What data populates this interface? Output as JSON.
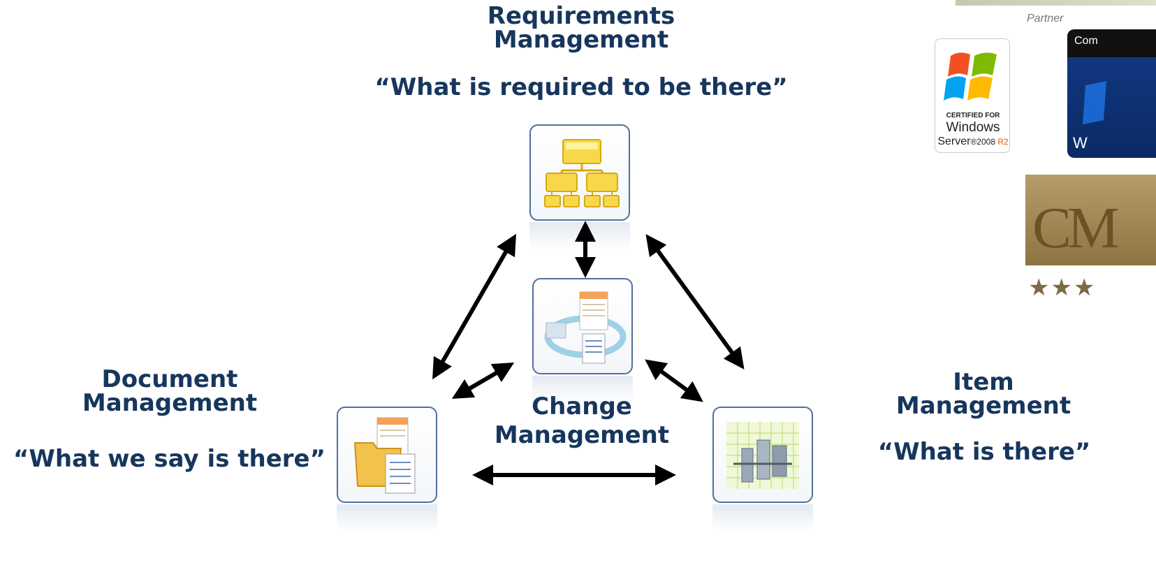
{
  "requirements": {
    "title_line1": "Requirements",
    "title_line2": "Management",
    "quote": "“What is required to be there”"
  },
  "document": {
    "title_line1": "Document",
    "title_line2": "Management",
    "quote": "“What we say is there”"
  },
  "item": {
    "title_line1": "Item",
    "title_line2": "Management",
    "quote": "“What is there”"
  },
  "change": {
    "title_line1": "Change",
    "title_line2": "Management"
  },
  "badges": {
    "partner": "Partner",
    "win_certified": "CERTIFIED FOR",
    "win_windows": "Windows",
    "win_server": "Server",
    "win_version": "®2008 ",
    "win_r2": "R2",
    "compat_text": "Com",
    "compat_w": "W",
    "cmii_text": "CM",
    "stars": "★★★"
  },
  "colors": {
    "text": "#17365d",
    "node_border": "#4f6f9e",
    "arrow": "#000000"
  },
  "icons": {
    "requirements": "org-chart-icon",
    "change": "change-cycle-icon",
    "document": "folder-document-icon",
    "item": "item-structure-icon"
  }
}
